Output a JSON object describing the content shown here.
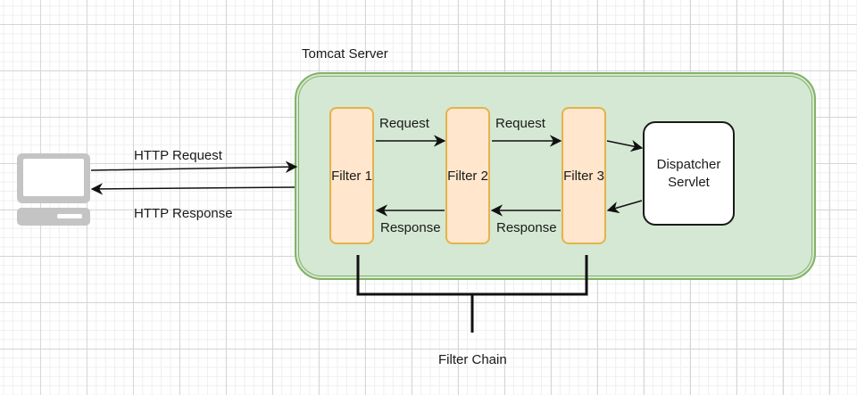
{
  "diagram": {
    "client": {
      "icon": "desktop-computer-icon",
      "http_request_label": "HTTP Request",
      "http_response_label": "HTTP Response"
    },
    "server": {
      "title": "Tomcat Server",
      "filters": [
        {
          "label": "Filter 1"
        },
        {
          "label": "Filter 2"
        },
        {
          "label": "Filter 3"
        }
      ],
      "request_labels": [
        "Request",
        "Request"
      ],
      "response_labels": [
        "Response",
        "Response"
      ],
      "dispatcher": {
        "line1": "Dispatcher",
        "line2": "Servlet"
      }
    },
    "filter_chain_label": "Filter Chain",
    "colors": {
      "container_fill": "#d5e8d4",
      "container_stroke": "#82b366",
      "filter_fill": "#ffe6cc",
      "filter_stroke": "#e3b34b",
      "computer_gray": "#c8c8c8"
    }
  }
}
